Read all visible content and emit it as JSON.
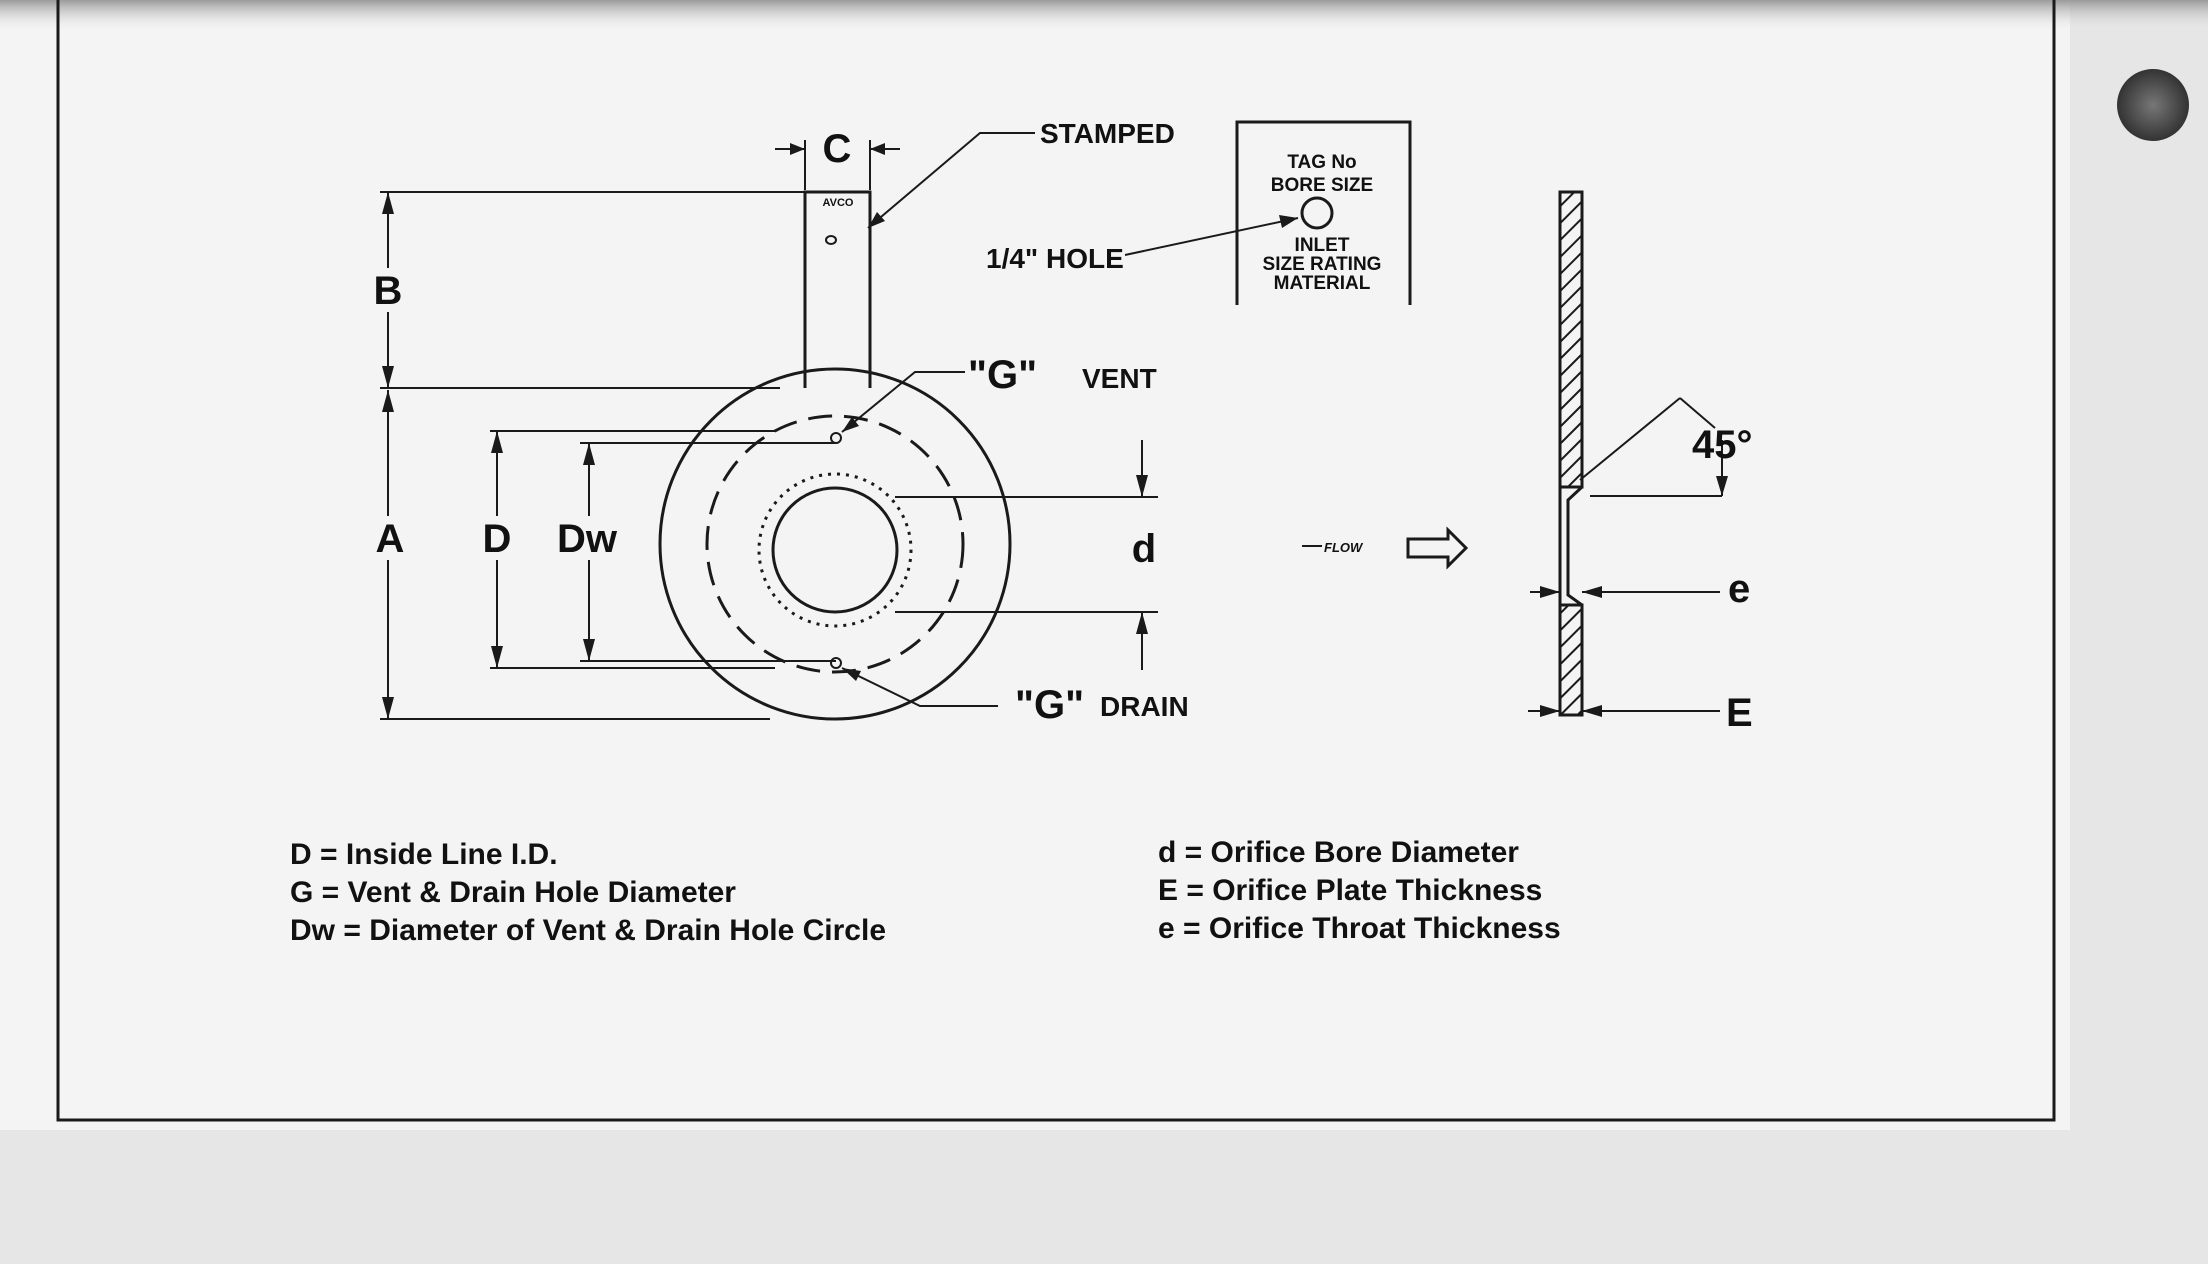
{
  "labels": {
    "c": "C",
    "stamped": "STAMPED",
    "avco": "AVCO",
    "b": "B",
    "a": "A",
    "d_upper": "D",
    "dw": "Dw",
    "d_lower": "d",
    "g_vent_g": "\"G\"",
    "g_vent_word": "VENT",
    "g_drain_g": "\"G\"",
    "g_drain_word": "DRAIN",
    "quarter_hole": "1/4\" HOLE",
    "flow": "FLOW",
    "angle": "45°",
    "e_lower": "e",
    "e_upper": "E"
  },
  "tag": {
    "line1": "TAG No",
    "line2": "BORE SIZE",
    "line3": "INLET",
    "line4": "SIZE RATING",
    "line5": "MATERIAL"
  },
  "legend": {
    "left": [
      "D = Inside Line I.D.",
      "G = Vent & Drain Hole Diameter",
      "Dw = Diameter of Vent & Drain Hole Circle"
    ],
    "right": [
      "d = Orifice Bore Diameter",
      "E = Orifice Plate Thickness",
      "e = Orifice Throat Thickness"
    ]
  },
  "colors": {
    "paper": "#f4f4f4",
    "ink": "#1a1a1a",
    "background": "#e6e6e6"
  }
}
